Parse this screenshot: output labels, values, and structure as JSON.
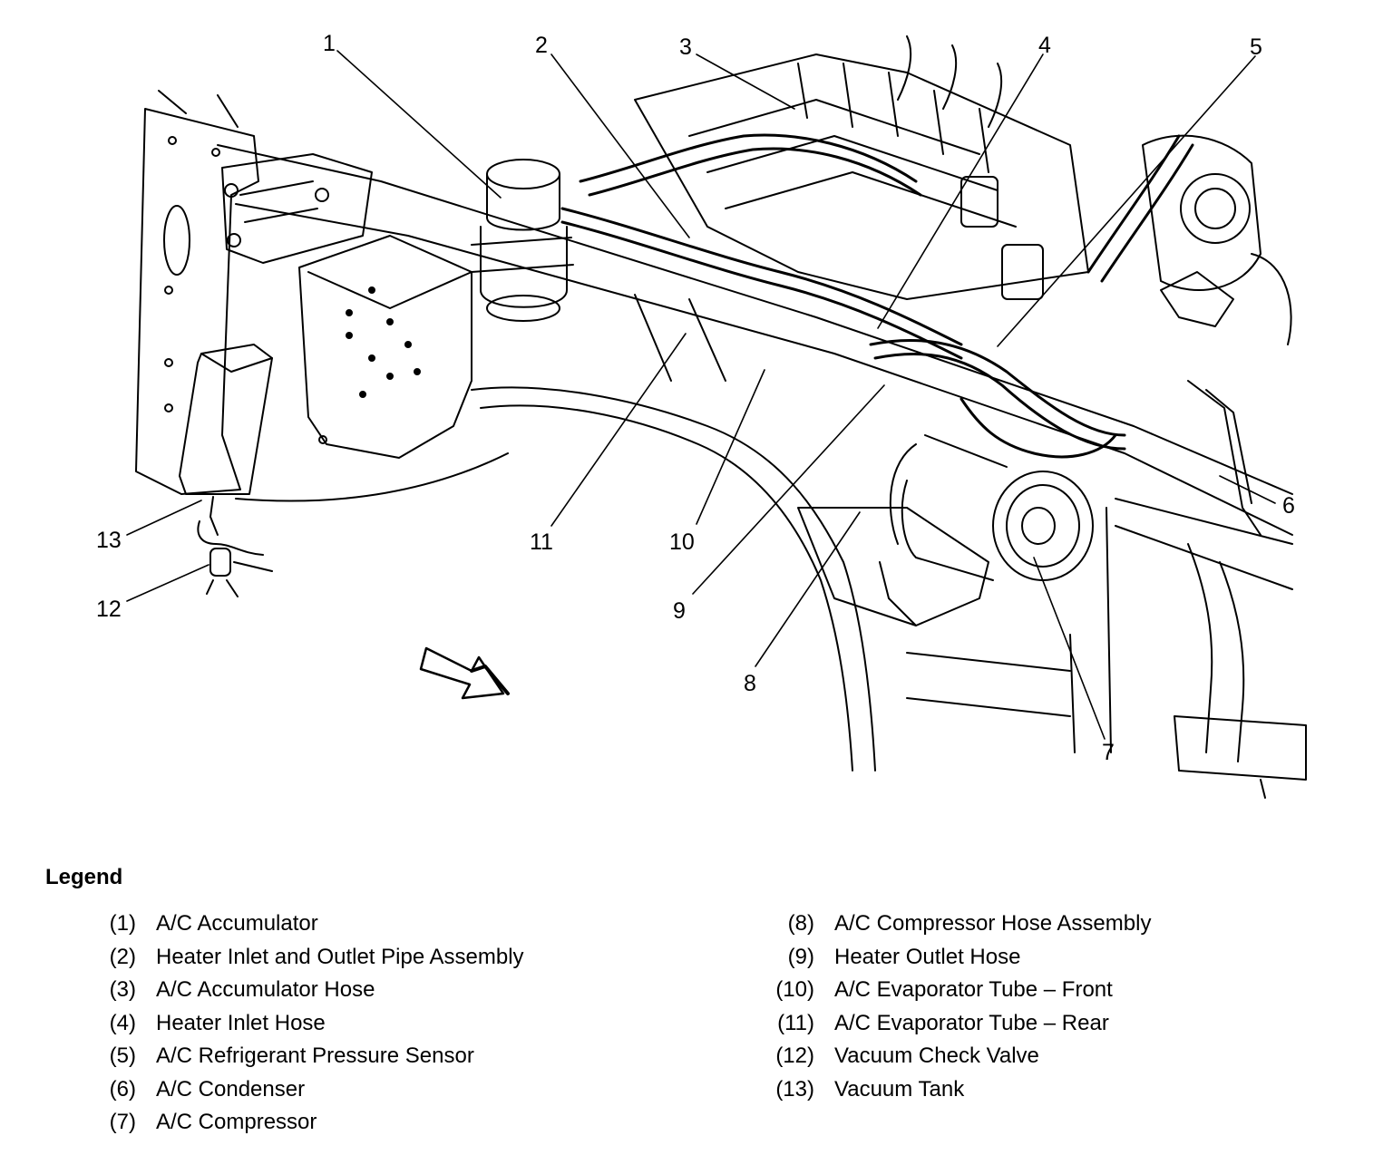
{
  "callouts": {
    "c1": "1",
    "c2": "2",
    "c3": "3",
    "c4": "4",
    "c5": "5",
    "c6": "6",
    "c7": "7",
    "c8": "8",
    "c9": "9",
    "c10": "10",
    "c11": "11",
    "c12": "12",
    "c13": "13"
  },
  "legend": {
    "title": "Legend",
    "items": [
      {
        "num": "(1)",
        "text": "A/C Accumulator"
      },
      {
        "num": "(2)",
        "text": "Heater Inlet and Outlet Pipe Assembly"
      },
      {
        "num": "(3)",
        "text": "A/C Accumulator Hose"
      },
      {
        "num": "(4)",
        "text": "Heater Inlet Hose"
      },
      {
        "num": "(5)",
        "text": "A/C Refrigerant Pressure Sensor"
      },
      {
        "num": "(6)",
        "text": "A/C Condenser"
      },
      {
        "num": "(7)",
        "text": "A/C Compressor"
      },
      {
        "num": "(8)",
        "text": "A/C Compressor Hose Assembly"
      },
      {
        "num": "(9)",
        "text": "Heater Outlet Hose"
      },
      {
        "num": "(10)",
        "text": "A/C Evaporator Tube – Front"
      },
      {
        "num": "(11)",
        "text": "A/C Evaporator Tube – Rear"
      },
      {
        "num": "(12)",
        "text": "Vacuum Check Valve"
      },
      {
        "num": "(13)",
        "text": "Vacuum Tank"
      }
    ]
  }
}
